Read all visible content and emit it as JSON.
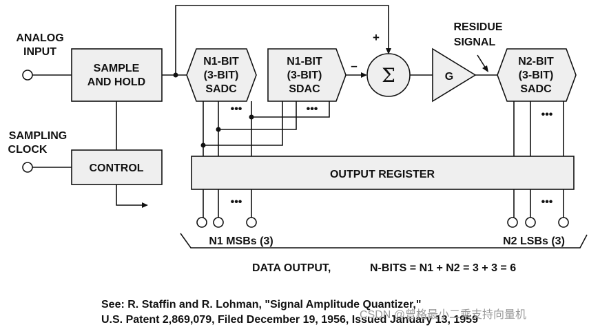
{
  "inputs": {
    "analog_input": [
      "ANALOG",
      "INPUT"
    ],
    "sampling_clock": [
      "SAMPLING",
      "CLOCK"
    ]
  },
  "blocks": {
    "sample_hold": [
      "SAMPLE",
      "AND HOLD"
    ],
    "control": "CONTROL",
    "sadc1": [
      "N1-BIT",
      "(3-BIT)",
      "SADC"
    ],
    "sdac": [
      "N1-BIT",
      "(3-BIT)",
      "SDAC"
    ],
    "summer": "Σ",
    "gain": "G",
    "sadc2": [
      "N2-BIT",
      "(3-BIT)",
      "SADC"
    ],
    "output_register": "OUTPUT REGISTER"
  },
  "signs": {
    "plus": "+",
    "minus": "–"
  },
  "residue": [
    "RESIDUE",
    "SIGNAL"
  ],
  "ellipsis": "•••",
  "outputs": {
    "msbs": "N1 MSBs (3)",
    "lsbs": "N2 LSBs (3)",
    "data_output": "DATA OUTPUT,",
    "n_bits": "N-BITS = N1 + N2 = 3 + 3 = 6"
  },
  "citation": [
    "See: R. Staffin and R. Lohman, \"Signal Amplitude Quantizer,\"",
    "U.S. Patent 2,869,079, Filed December 19, 1956, Issued January 13, 1959"
  ],
  "watermark": "CSDN @曾格最小二乘支持向量机"
}
